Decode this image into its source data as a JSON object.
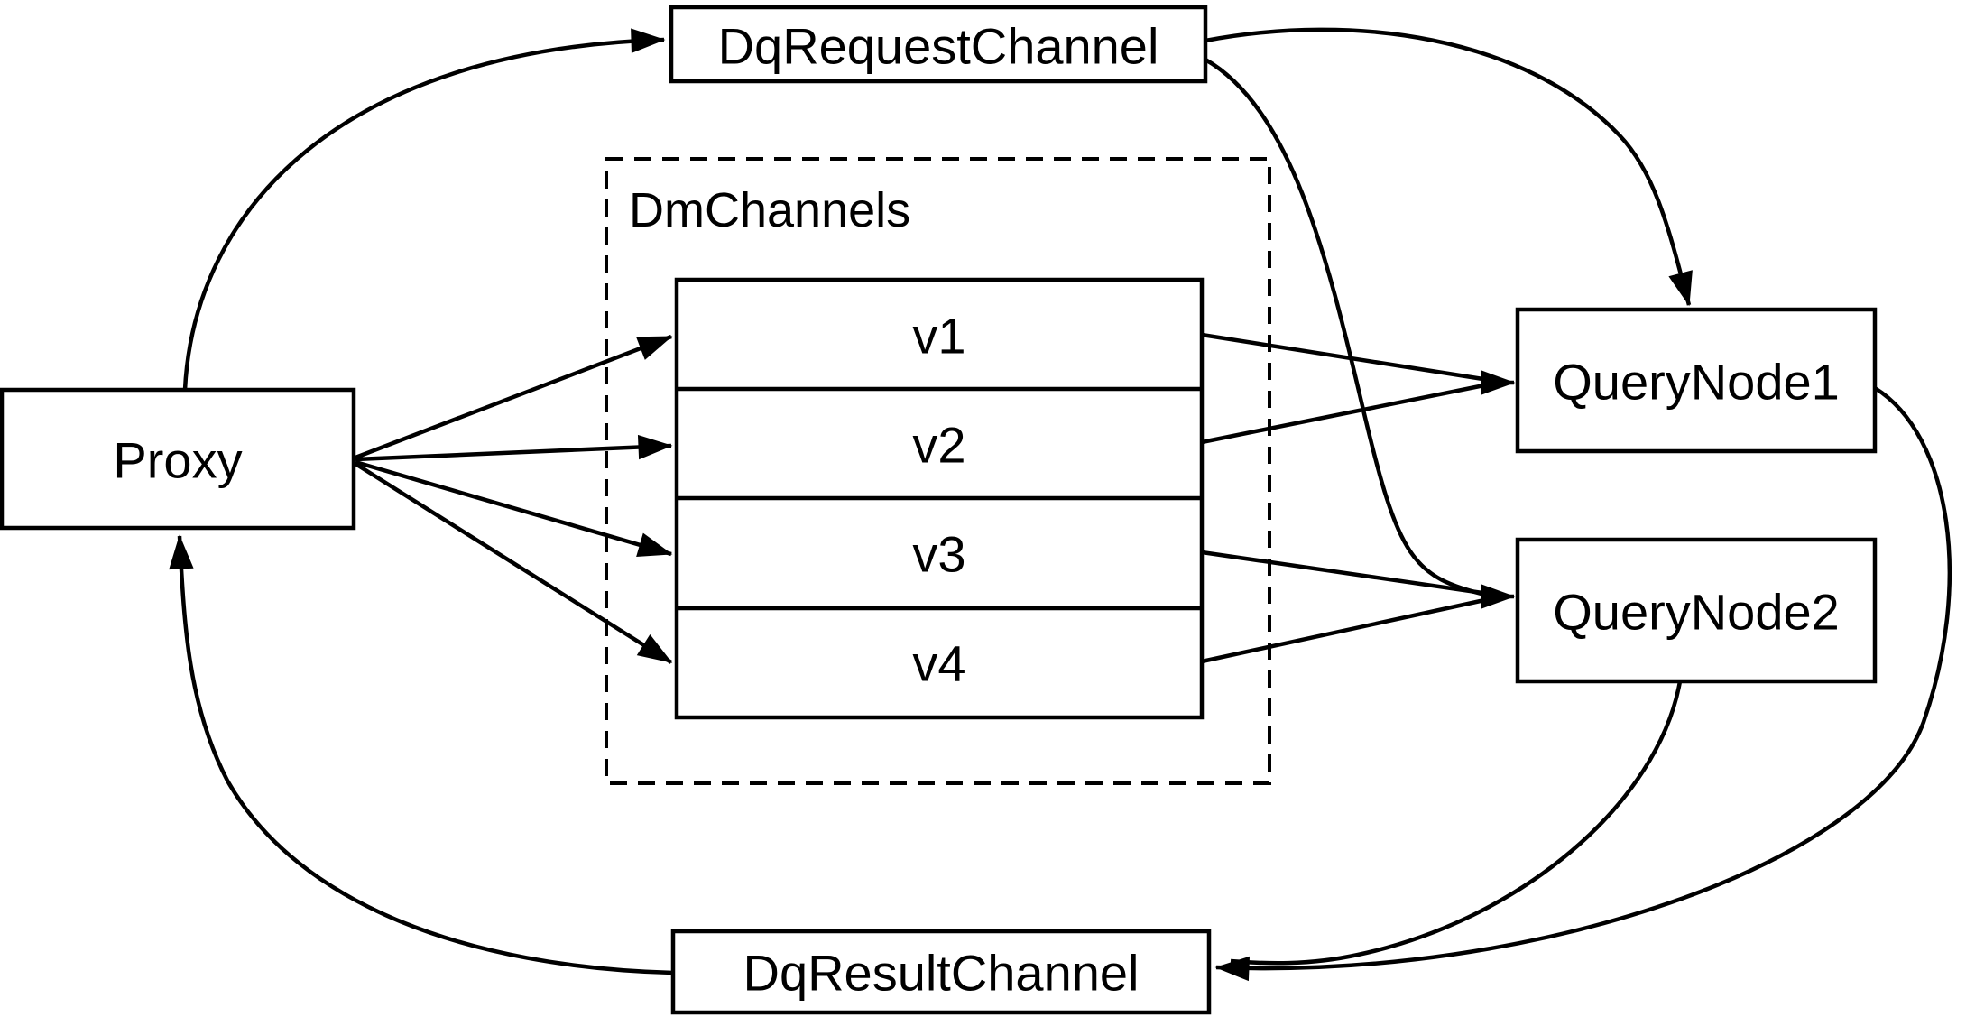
{
  "nodes": {
    "proxy": {
      "label": "Proxy"
    },
    "dq_request_channel": {
      "label": "DqRequestChannel"
    },
    "dm_channels_group": {
      "label": "DmChannels"
    },
    "channels": [
      {
        "label": "v1"
      },
      {
        "label": "v2"
      },
      {
        "label": "v3"
      },
      {
        "label": "v4"
      }
    ],
    "query_node_1": {
      "label": "QueryNode1"
    },
    "query_node_2": {
      "label": "QueryNode2"
    },
    "dq_result_channel": {
      "label": "DqResultChannel"
    }
  },
  "edges": [
    {
      "from": "Proxy",
      "to": "DqRequestChannel"
    },
    {
      "from": "DqRequestChannel",
      "to": "QueryNode1"
    },
    {
      "from": "DqRequestChannel",
      "to": "QueryNode2"
    },
    {
      "from": "Proxy",
      "to": "v1"
    },
    {
      "from": "Proxy",
      "to": "v2"
    },
    {
      "from": "Proxy",
      "to": "v3"
    },
    {
      "from": "Proxy",
      "to": "v4"
    },
    {
      "from": "v1",
      "to": "QueryNode1"
    },
    {
      "from": "v2",
      "to": "QueryNode1"
    },
    {
      "from": "v3",
      "to": "QueryNode2"
    },
    {
      "from": "v4",
      "to": "QueryNode2"
    },
    {
      "from": "QueryNode1",
      "to": "DqResultChannel"
    },
    {
      "from": "QueryNode2",
      "to": "DqResultChannel"
    },
    {
      "from": "DqResultChannel",
      "to": "Proxy"
    }
  ],
  "colors": {
    "stroke": "#000000",
    "background": "#ffffff",
    "node_fill": "#ffffff"
  }
}
